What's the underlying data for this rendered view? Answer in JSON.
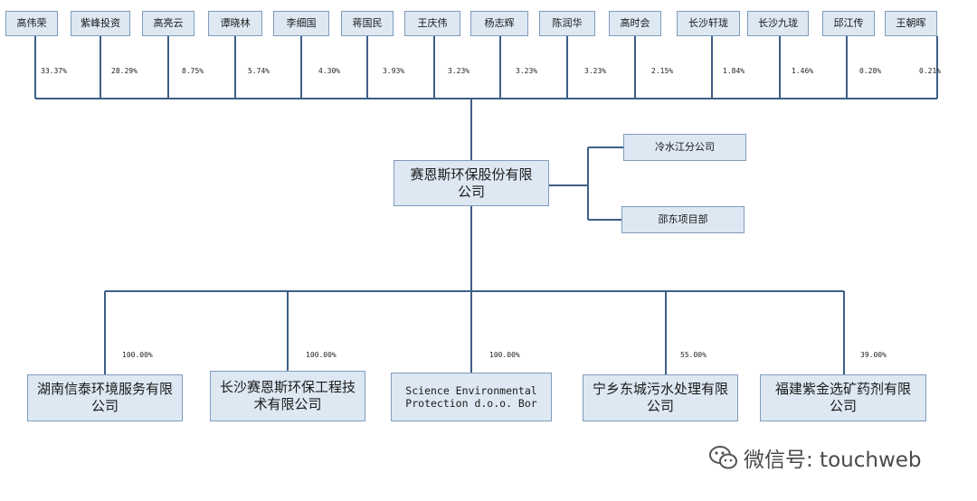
{
  "shareholders": [
    {
      "name": "高伟荣",
      "pct": "33.37%"
    },
    {
      "name": "紫峰投资",
      "pct": "28.29%"
    },
    {
      "name": "高亮云",
      "pct": "8.75%"
    },
    {
      "name": "谭晓林",
      "pct": "5.74%"
    },
    {
      "name": "李细国",
      "pct": "4.30%"
    },
    {
      "name": "蒋国民",
      "pct": "3.93%"
    },
    {
      "name": "王庆伟",
      "pct": "3.23%"
    },
    {
      "name": "杨志辉",
      "pct": "3.23%"
    },
    {
      "name": "陈润华",
      "pct": "3.23%"
    },
    {
      "name": "高时会",
      "pct": "2.15%"
    },
    {
      "name": "长沙轩珑",
      "pct": "1.84%"
    },
    {
      "name": "长沙九珑",
      "pct": "1.46%"
    },
    {
      "name": "邱江传",
      "pct": "0.28%"
    },
    {
      "name": "王朝晖",
      "pct": "0.21%"
    }
  ],
  "company": {
    "line1": "赛恩斯环保股份有限",
    "line2": "公司"
  },
  "branches": [
    "冷水江分公司",
    "邵东项目部"
  ],
  "subsidiaries": [
    {
      "line1": "湖南信泰环境服务有限",
      "line2": "公司",
      "pct": "100.00%"
    },
    {
      "line1": "长沙赛恩斯环保工程技",
      "line2": "术有限公司",
      "pct": "100.00%"
    },
    {
      "line1": "Science Environmental",
      "line2": "Protection d.o.o. Bor",
      "pct": "100.00%"
    },
    {
      "line1": "宁乡东城污水处理有限",
      "line2": "公司",
      "pct": "55.00%"
    },
    {
      "line1": "福建紫金选矿药剂有限",
      "line2": "公司",
      "pct": "39.00%"
    }
  ],
  "watermark": {
    "text": "微信号: touchweb",
    "icon": "wechat-icon"
  },
  "colors": {
    "box_fill": "#dde8f3",
    "box_border": "#7f9cbc",
    "line": "#3e5f86"
  }
}
